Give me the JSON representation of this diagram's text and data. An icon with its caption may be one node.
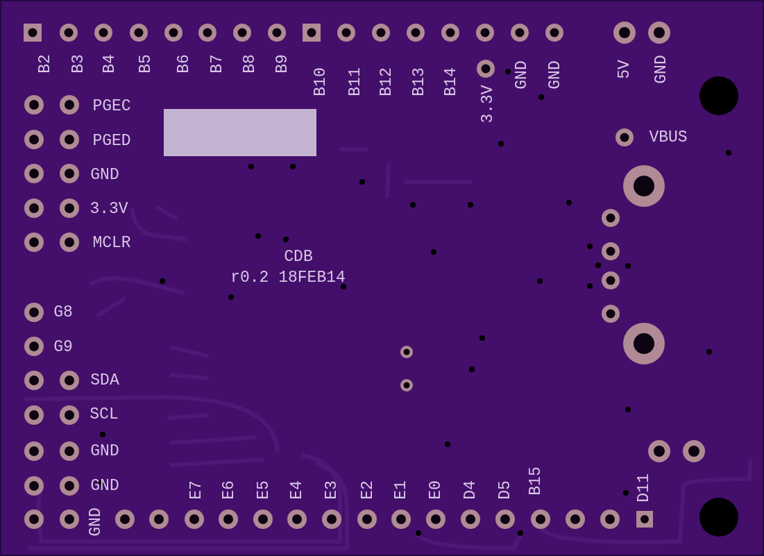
{
  "diagram": {
    "labels": [
      "B2",
      "B3",
      "B4",
      "B5",
      "B6",
      "B7",
      "B8",
      "B9",
      "B10",
      "B11",
      "B12",
      "B13",
      "B14",
      "3.3V",
      "GND",
      "GND",
      "5V",
      "GND",
      "PGEC",
      "PGED",
      "VBUS",
      "GND",
      "3.3V",
      "MCLR",
      "CDB",
      "r0.2 18FEB14",
      "G8",
      "G9",
      "SDA",
      "SCL",
      "GND",
      "GND",
      "E7",
      "E6",
      "E5",
      "E4",
      "E3",
      "E2",
      "E1",
      "E0",
      "D4",
      "D5",
      "B15",
      "D11",
      "GND"
    ]
  }
}
